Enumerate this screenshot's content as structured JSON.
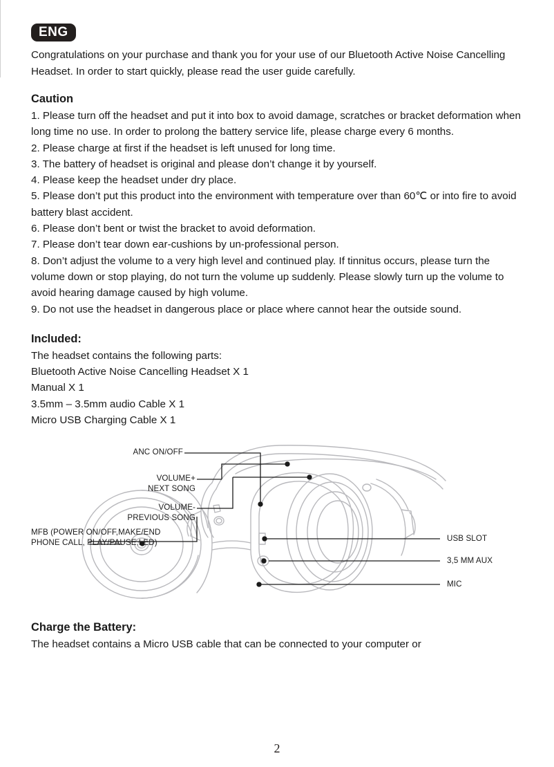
{
  "language_badge": "ENG",
  "intro": "Congratulations on your purchase and thank you for your use of our Bluetooth Active Noise Cancelling Headset. In order to start quickly, please read the user guide carefully.",
  "caution": {
    "heading": "Caution",
    "items": [
      "1. Please turn off the headset and put it into box to avoid damage, scratches or bracket deformation when long time no use. In order to prolong the battery service life, please charge every 6 months.",
      "2. Please charge at first if the headset is left unused for long time.",
      "3. The battery of headset is original and please don’t change it by yourself.",
      "4. Please keep the headset under dry place.",
      "5. Please don’t put this product into the environment with temperature over than 60℃ or into fire to avoid battery blast accident.",
      "6. Please don’t bent or twist the bracket to avoid deformation.",
      "7. Please don’t tear down ear-cushions by un-professional person.",
      "8. Don’t adjust the volume to a very high level and continued play. If tinnitus occurs, please turn the volume down or stop playing, do not turn the volume up suddenly. Please slowly turn up the volume to avoid hearing damage caused by high volume.",
      "9. Do not use the headset in dangerous place or place where cannot hear the outside sound."
    ]
  },
  "included": {
    "heading": "Included:",
    "lead": "The headset contains the following parts:",
    "parts": [
      "Bluetooth Active Noise Cancelling Headset X 1",
      "Manual X 1",
      "3.5mm – 3.5mm audio Cable X 1",
      "Micro USB Charging Cable X 1"
    ]
  },
  "diagram": {
    "callouts_left": [
      {
        "name": "anc-on-off",
        "lines": [
          "ANC ON/OFF"
        ]
      },
      {
        "name": "volume-up-next-song",
        "lines": [
          "VOLUME+",
          "NEXT SONG"
        ]
      },
      {
        "name": "volume-down-previous-song",
        "lines": [
          "VOLUME-",
          "PREVIOUS SONG"
        ]
      },
      {
        "name": "mfb",
        "lines": [
          "MFB (POWER ON/OFF,MAKE/END",
          "PHONE CALL, PLAY/PAUSE,LED)"
        ]
      }
    ],
    "callouts_right": [
      {
        "name": "usb-slot",
        "lines": [
          "USB SLOT"
        ]
      },
      {
        "name": "aux-jack",
        "lines": [
          "3,5 MM AUX"
        ]
      },
      {
        "name": "mic",
        "lines": [
          "MIC"
        ]
      }
    ]
  },
  "charge": {
    "heading": "Charge the Battery:",
    "text": "The headset contains a Micro USB cable that can be connected to your computer or"
  },
  "footer": {
    "page_number": "2"
  },
  "colors": {
    "badge_background": "#231f1e",
    "text": "#1a1a1a",
    "illustration_stroke": "#b9b9bd",
    "leader_line": "#1a1a1a"
  }
}
